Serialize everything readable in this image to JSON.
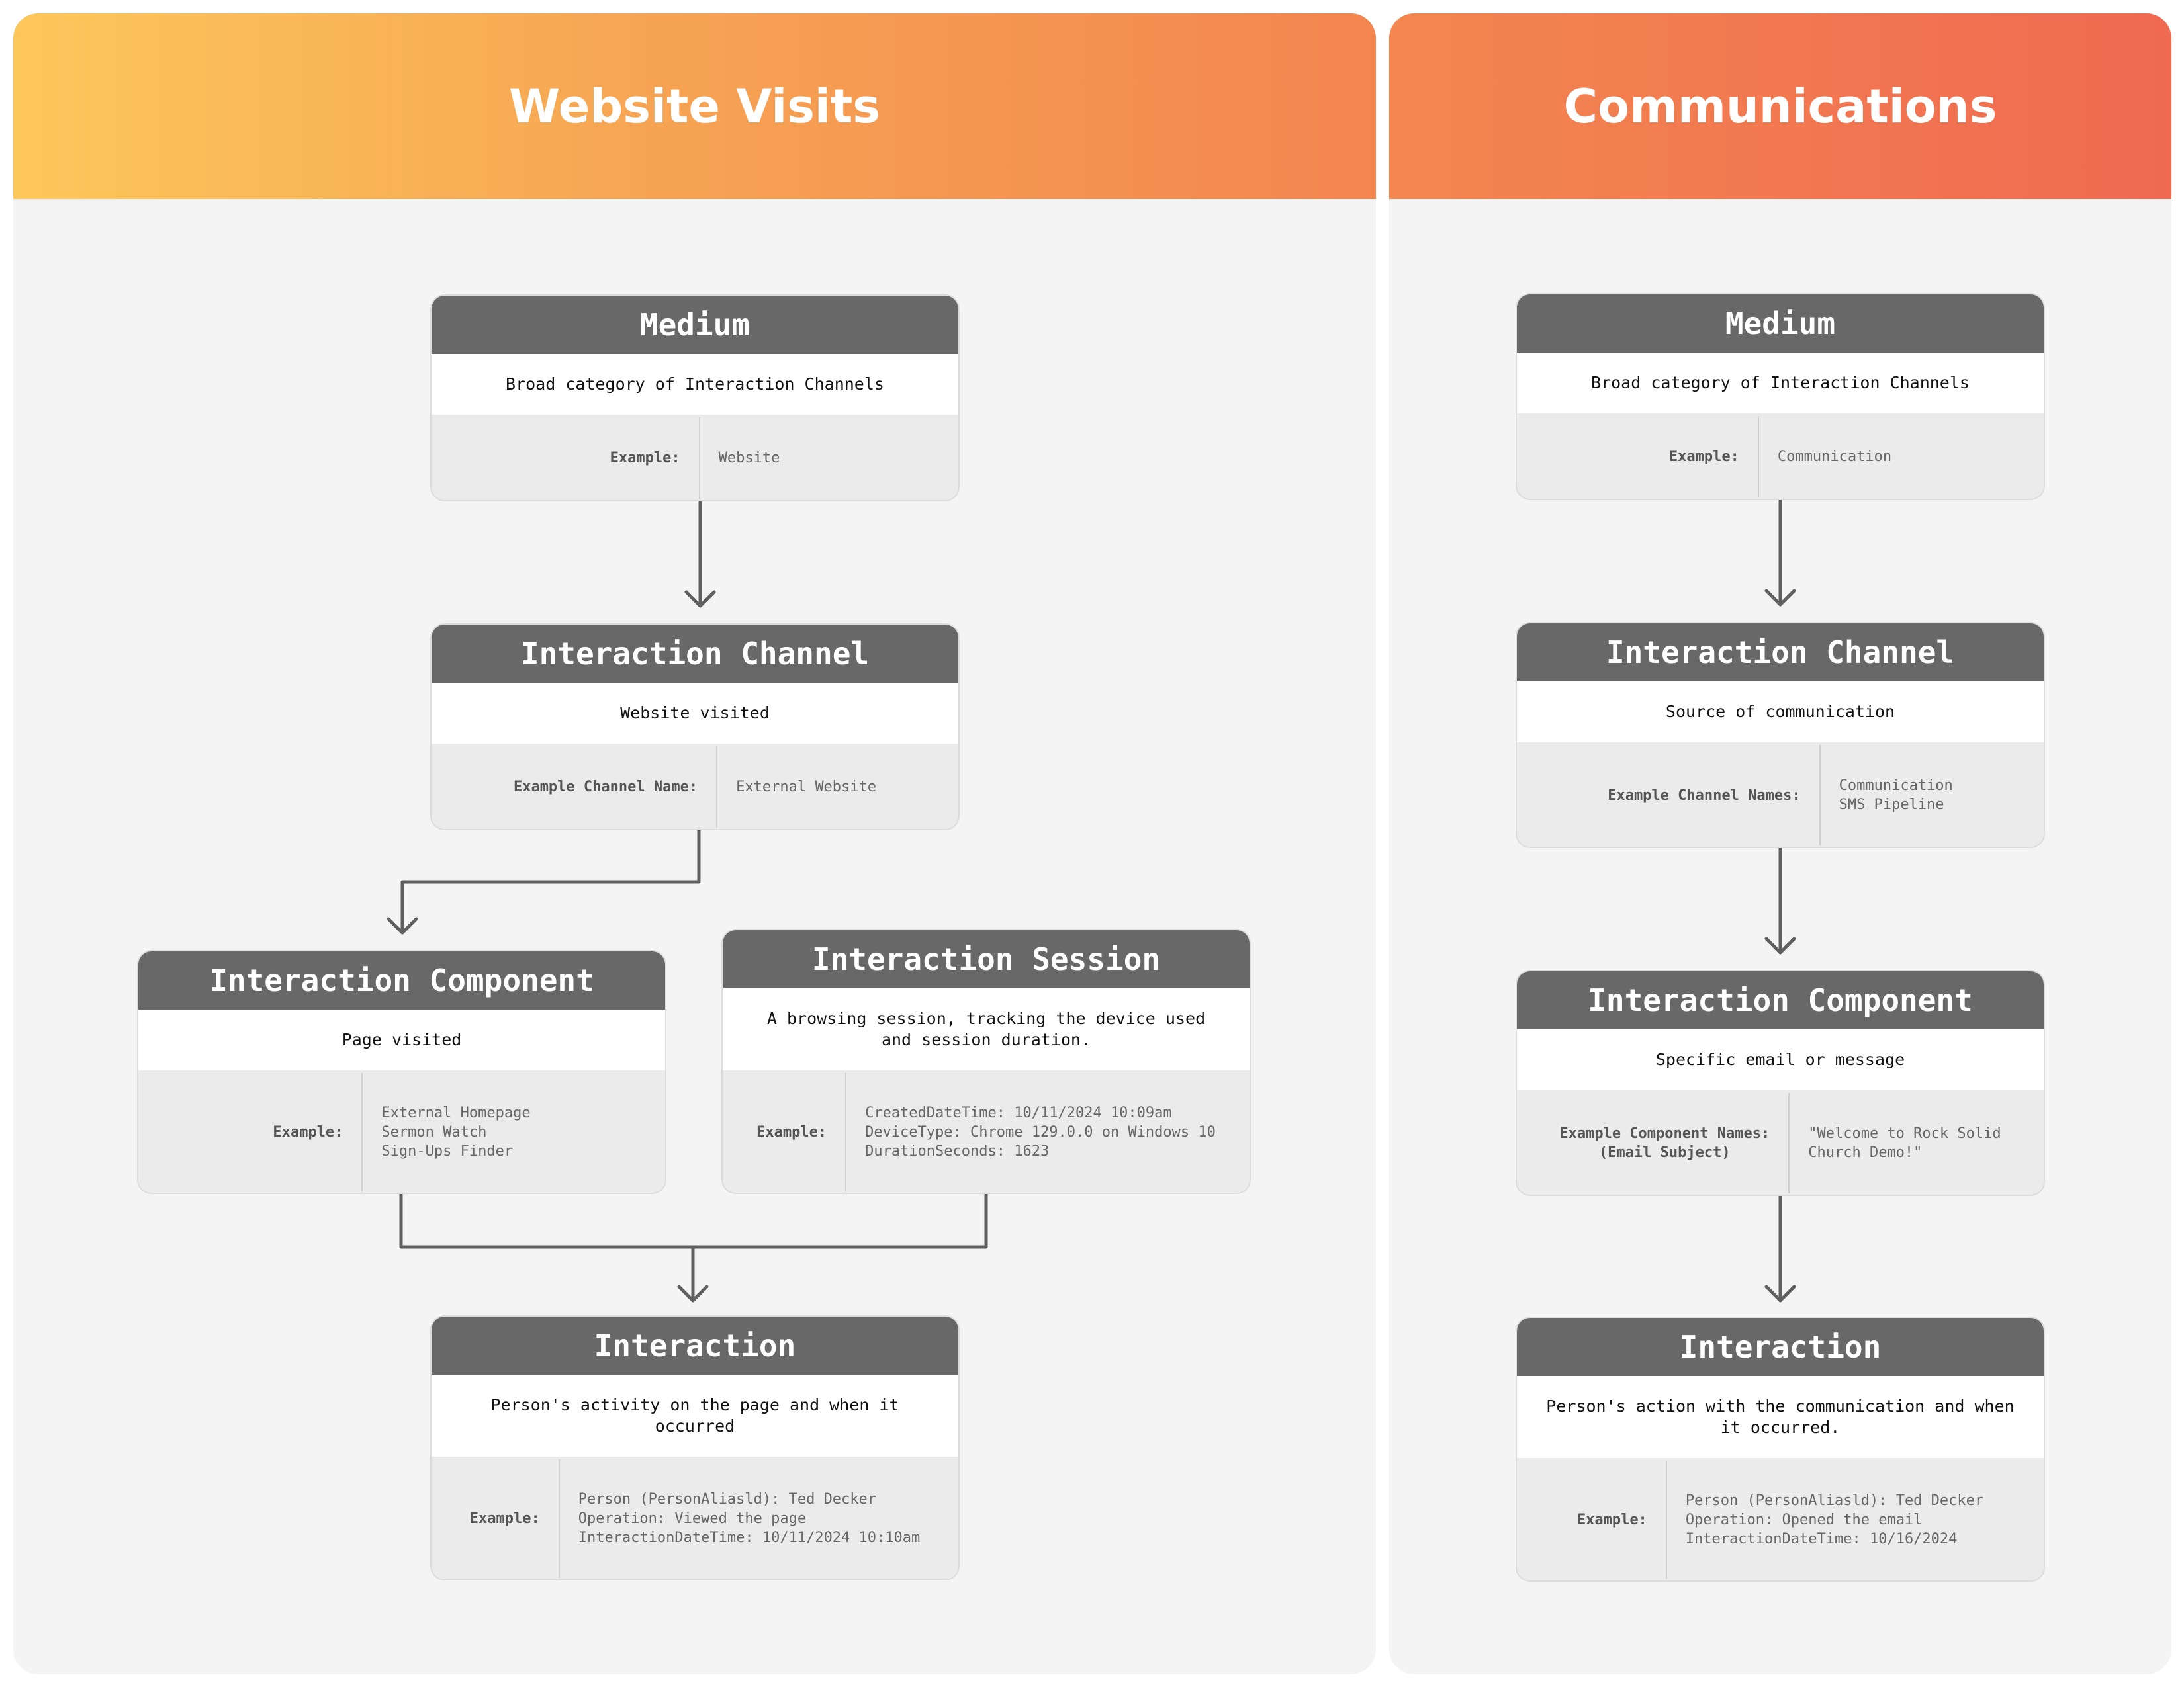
{
  "website": {
    "title": "Website Visits",
    "medium": {
      "title": "Medium",
      "description": "Broad category of Interaction Channels",
      "example_label": "Example:",
      "example_values": [
        "Website"
      ]
    },
    "channel": {
      "title": "Interaction Channel",
      "description": "Website visited",
      "example_label": "Example Channel Name:",
      "example_values": [
        "External Website"
      ]
    },
    "component": {
      "title": "Interaction Component",
      "description": "Page visited",
      "example_label": "Example:",
      "example_values": [
        "External Homepage",
        "Sermon Watch",
        "Sign-Ups Finder"
      ]
    },
    "session": {
      "title": "Interaction Session",
      "description": "A browsing session, tracking the device used and session duration.",
      "example_label": "Example:",
      "example_values": [
        "CreatedDateTime: 10/11/2024 10:09am",
        "DeviceType: Chrome 129.0.0 on Windows 10",
        "DurationSeconds: 1623"
      ]
    },
    "interaction": {
      "title": "Interaction",
      "description": "Person's activity on the page and when it occurred",
      "example_label": "Example:",
      "example_values": [
        "Person (PersonAliasld): Ted Decker",
        "Operation: Viewed the page",
        "InteractionDateTime: 10/11/2024 10:10am"
      ]
    }
  },
  "communications": {
    "title": "Communications",
    "medium": {
      "title": "Medium",
      "description": "Broad category of Interaction Channels",
      "example_label": "Example:",
      "example_values": [
        "Communication"
      ]
    },
    "channel": {
      "title": "Interaction Channel",
      "description": "Source of communication",
      "example_label": "Example Channel Names:",
      "example_values": [
        "Communication",
        "SMS Pipeline"
      ]
    },
    "component": {
      "title": "Interaction Component",
      "description": "Specific email or message",
      "example_label_lines": [
        "Example Component Names:",
        "(Email Subject)"
      ],
      "example_values": [
        "\"Welcome to Rock Solid",
        "Church Demo!\""
      ]
    },
    "interaction": {
      "title": "Interaction",
      "description": "Person's action with the communication and when it occurred.",
      "example_label": "Example:",
      "example_values": [
        "Person (PersonAliasld): Ted Decker",
        "Operation: Opened the email",
        "InteractionDateTime: 10/16/2024"
      ]
    }
  },
  "colors": {
    "card_header": "#686868",
    "connector": "#5f5f5f",
    "panel_bg": "#f4f4f4"
  }
}
